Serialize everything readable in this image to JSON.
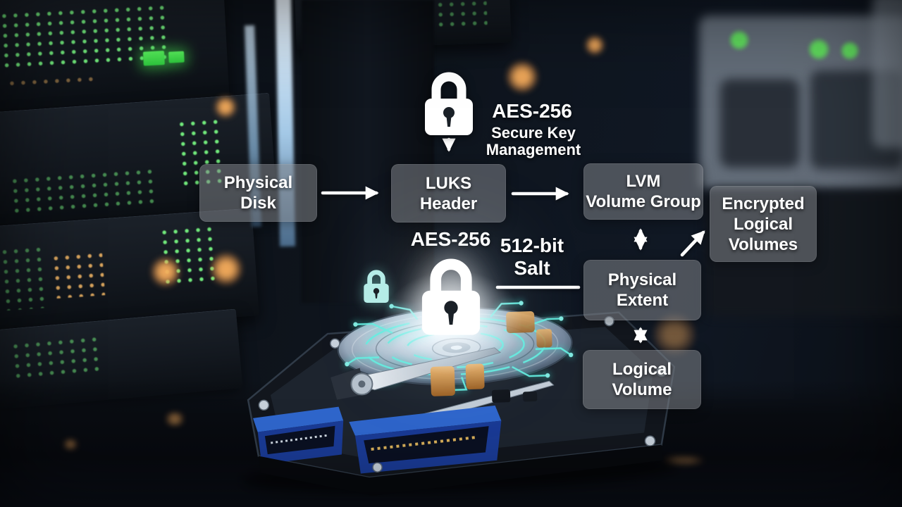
{
  "title": "LUKS + LVM full-disk encryption architecture diagram",
  "colors": {
    "text": "#ffffff",
    "node_fill": "rgba(128,131,136,0.55)",
    "arrow": "#ffffff",
    "circuit_cyan": "#63eee0",
    "small_lock_cyan": "#b5ece7",
    "led_green": "#58f05c",
    "amber_glow": "#f0ad5c"
  },
  "diagram": {
    "nodes": [
      {
        "id": "physical-disk",
        "label": "Physical Disk",
        "lines": [
          "Physical",
          "Disk"
        ]
      },
      {
        "id": "luks-header",
        "label": "LUKS Header",
        "lines": [
          "LUKS",
          "Header"
        ]
      },
      {
        "id": "lvm-volume-group",
        "label": "LVM Volume Group",
        "lines": [
          "LVM",
          "Volume Group"
        ]
      },
      {
        "id": "encrypted-logical-volumes",
        "label": "Encrypted Logical Volumes",
        "lines": [
          "Encrypted",
          "Logical",
          "Volumes"
        ]
      },
      {
        "id": "physical-extent",
        "label": "Physical Extent",
        "lines": [
          "Physical",
          "Extent"
        ]
      },
      {
        "id": "logical-volume",
        "label": "Logical Volume",
        "lines": [
          "Logical",
          "Volume"
        ]
      }
    ],
    "annotations": {
      "top_aes": "AES-256",
      "secure_key_line1": "Secure Key",
      "secure_key_line2": "Management",
      "mid_aes": "AES-256",
      "salt_line1": "512-bit",
      "salt_line2": "Salt"
    },
    "icons": [
      {
        "name": "padlock-icon-top",
        "meaning": "secure key management lock"
      },
      {
        "name": "padlock-icon-center",
        "meaning": "encrypted drive lock"
      },
      {
        "name": "padlock-icon-small",
        "meaning": "small cyan lock"
      }
    ],
    "connections": [
      {
        "from": "physical-disk",
        "to": "luks-header",
        "type": "arrow"
      },
      {
        "from": "luks-header",
        "to": "lvm-volume-group",
        "type": "arrow"
      },
      {
        "from": "padlock-icon-top",
        "to": "luks-header",
        "type": "arrow"
      },
      {
        "from": "lvm-volume-group",
        "to": "physical-extent",
        "type": "double-arrow"
      },
      {
        "from": "physical-extent",
        "to": "logical-volume",
        "type": "double-arrow"
      },
      {
        "from": "physical-extent",
        "to": "encrypted-logical-volumes",
        "type": "arrow"
      },
      {
        "from": "salt-label",
        "to": "physical-extent",
        "type": "line"
      }
    ]
  }
}
